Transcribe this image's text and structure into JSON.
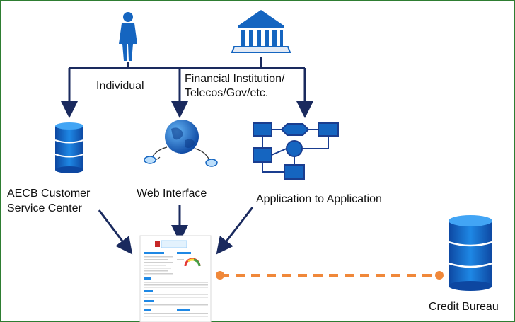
{
  "labels": {
    "individual": "Individual",
    "financial": "Financial Institution/\nTelecos/Gov/etc.",
    "aecb": "AECB Customer\nService Center",
    "web": "Web Interface",
    "app": "Application to Application",
    "bureau": "Credit Bureau"
  },
  "colors": {
    "frame": "#2e7d32",
    "dark_arrow": "#1a2a5e",
    "icon_blue": "#1565c0",
    "dashed_link": "#f0883a"
  },
  "icons": [
    "person-icon",
    "bank-icon",
    "database-icon",
    "globe-icon",
    "flowchart-icon",
    "report-document-icon",
    "credit-bureau-database-icon"
  ]
}
